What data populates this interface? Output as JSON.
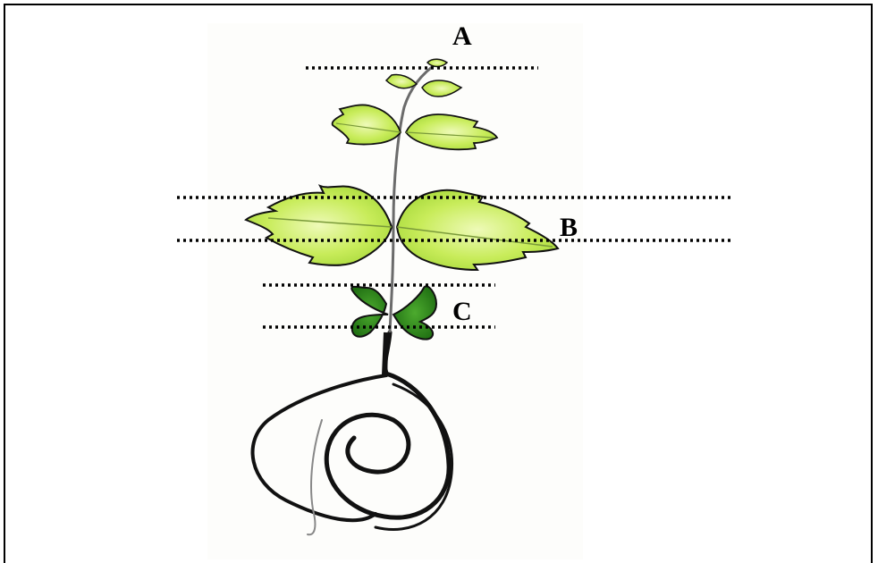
{
  "labels": {
    "a": "A",
    "b": "B",
    "c": "C"
  },
  "colors": {
    "leaf_light": "#c8ec5a",
    "leaf_highlight": "#e6f7a8",
    "cotyledon": "#2f8a1e",
    "stem": "#6b6b6b",
    "root": "#111111",
    "dotted_line": "#000000"
  }
}
